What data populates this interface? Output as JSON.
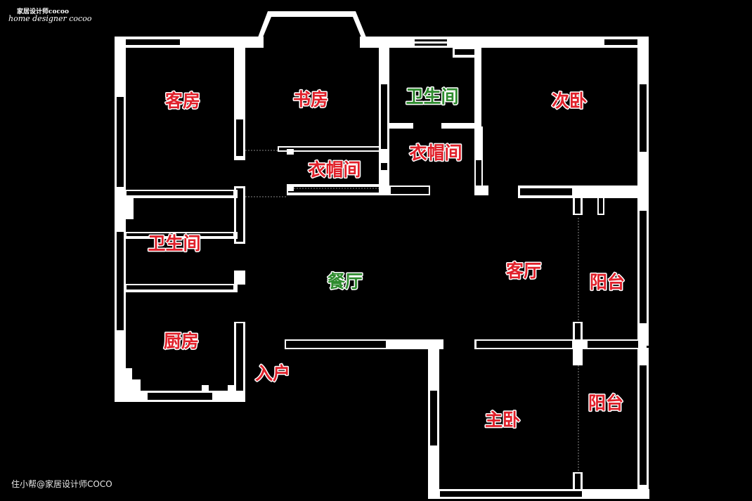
{
  "watermark": {
    "line1": "家居设计师cocoo",
    "line2": "home designer cocoo"
  },
  "credit": "住小帮@家居设计师COCO",
  "rooms": {
    "guest_room": "客房",
    "study": "书房",
    "bathroom_top": "卫生间",
    "second_bedroom": "次卧",
    "walkin_closet_mid": "衣帽间",
    "walkin_closet_right": "衣帽间",
    "bathroom_left": "卫生间",
    "dining": "餐厅",
    "living": "客厅",
    "balcony_top": "阳台",
    "kitchen": "厨房",
    "entrance": "入户",
    "balcony_bottom": "阳台",
    "master_bedroom": "主卧"
  },
  "colors": {
    "background": "#000000",
    "wall": "#ffffff",
    "label_red": "#e0202a",
    "label_green": "#2e8b2e"
  }
}
